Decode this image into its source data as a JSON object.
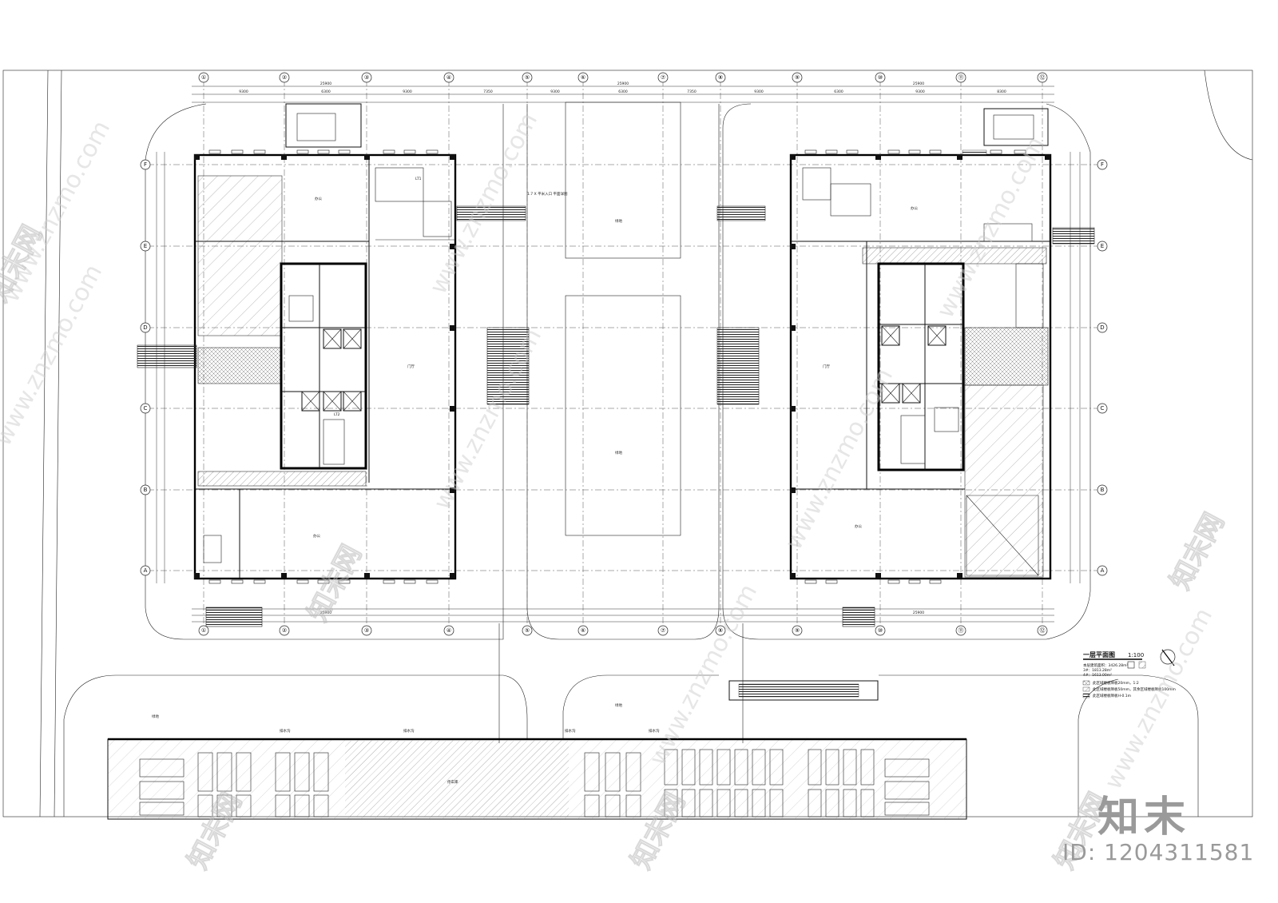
{
  "drawing": {
    "title": "一层平面图",
    "scale": "1:100",
    "area_notes": [
      "本层建筑面积：3426.28m²",
      "3#：1813.28m²",
      "4#：1613.00m²"
    ],
    "legend_notes": [
      "此区域楼板降板20mm，1:2",
      "此区域楼板降板50mm，其余区域楼板降板100mm",
      "此区域楼板降板H-0.1m"
    ]
  },
  "grid_columns": [
    "①",
    "②",
    "③",
    "④",
    "⑤",
    "⑥",
    "⑦",
    "⑧",
    "⑨",
    "⑩",
    "⑪",
    "⑫"
  ],
  "grid_rows": [
    "F",
    "E",
    "D",
    "C",
    "B",
    "A"
  ],
  "overall_dims": {
    "building_3": "25900",
    "courtyard": "25900",
    "building_4": "25900",
    "bays": [
      "9300",
      "6300",
      "9300",
      "7350",
      "9300",
      "6300",
      "7350",
      "9300",
      "6300",
      "9300",
      "8300"
    ]
  },
  "labels": {
    "parking_label": "停车库",
    "drain_label": "排水沟",
    "lawn": "绿地",
    "stair_label": "LT1",
    "elevator_label": "LT2",
    "entrance_note": "1.7 X 平米入口 平面详图",
    "hall": "门厅",
    "office": "办公"
  },
  "watermarks": {
    "site": "www.znzmo.com",
    "cn": "知末网"
  },
  "brand": "知末",
  "image_id": "ID: 1204311581",
  "colors": {
    "line": "#111111",
    "hatch": "#555555",
    "watermark": "#bbbbbb"
  }
}
